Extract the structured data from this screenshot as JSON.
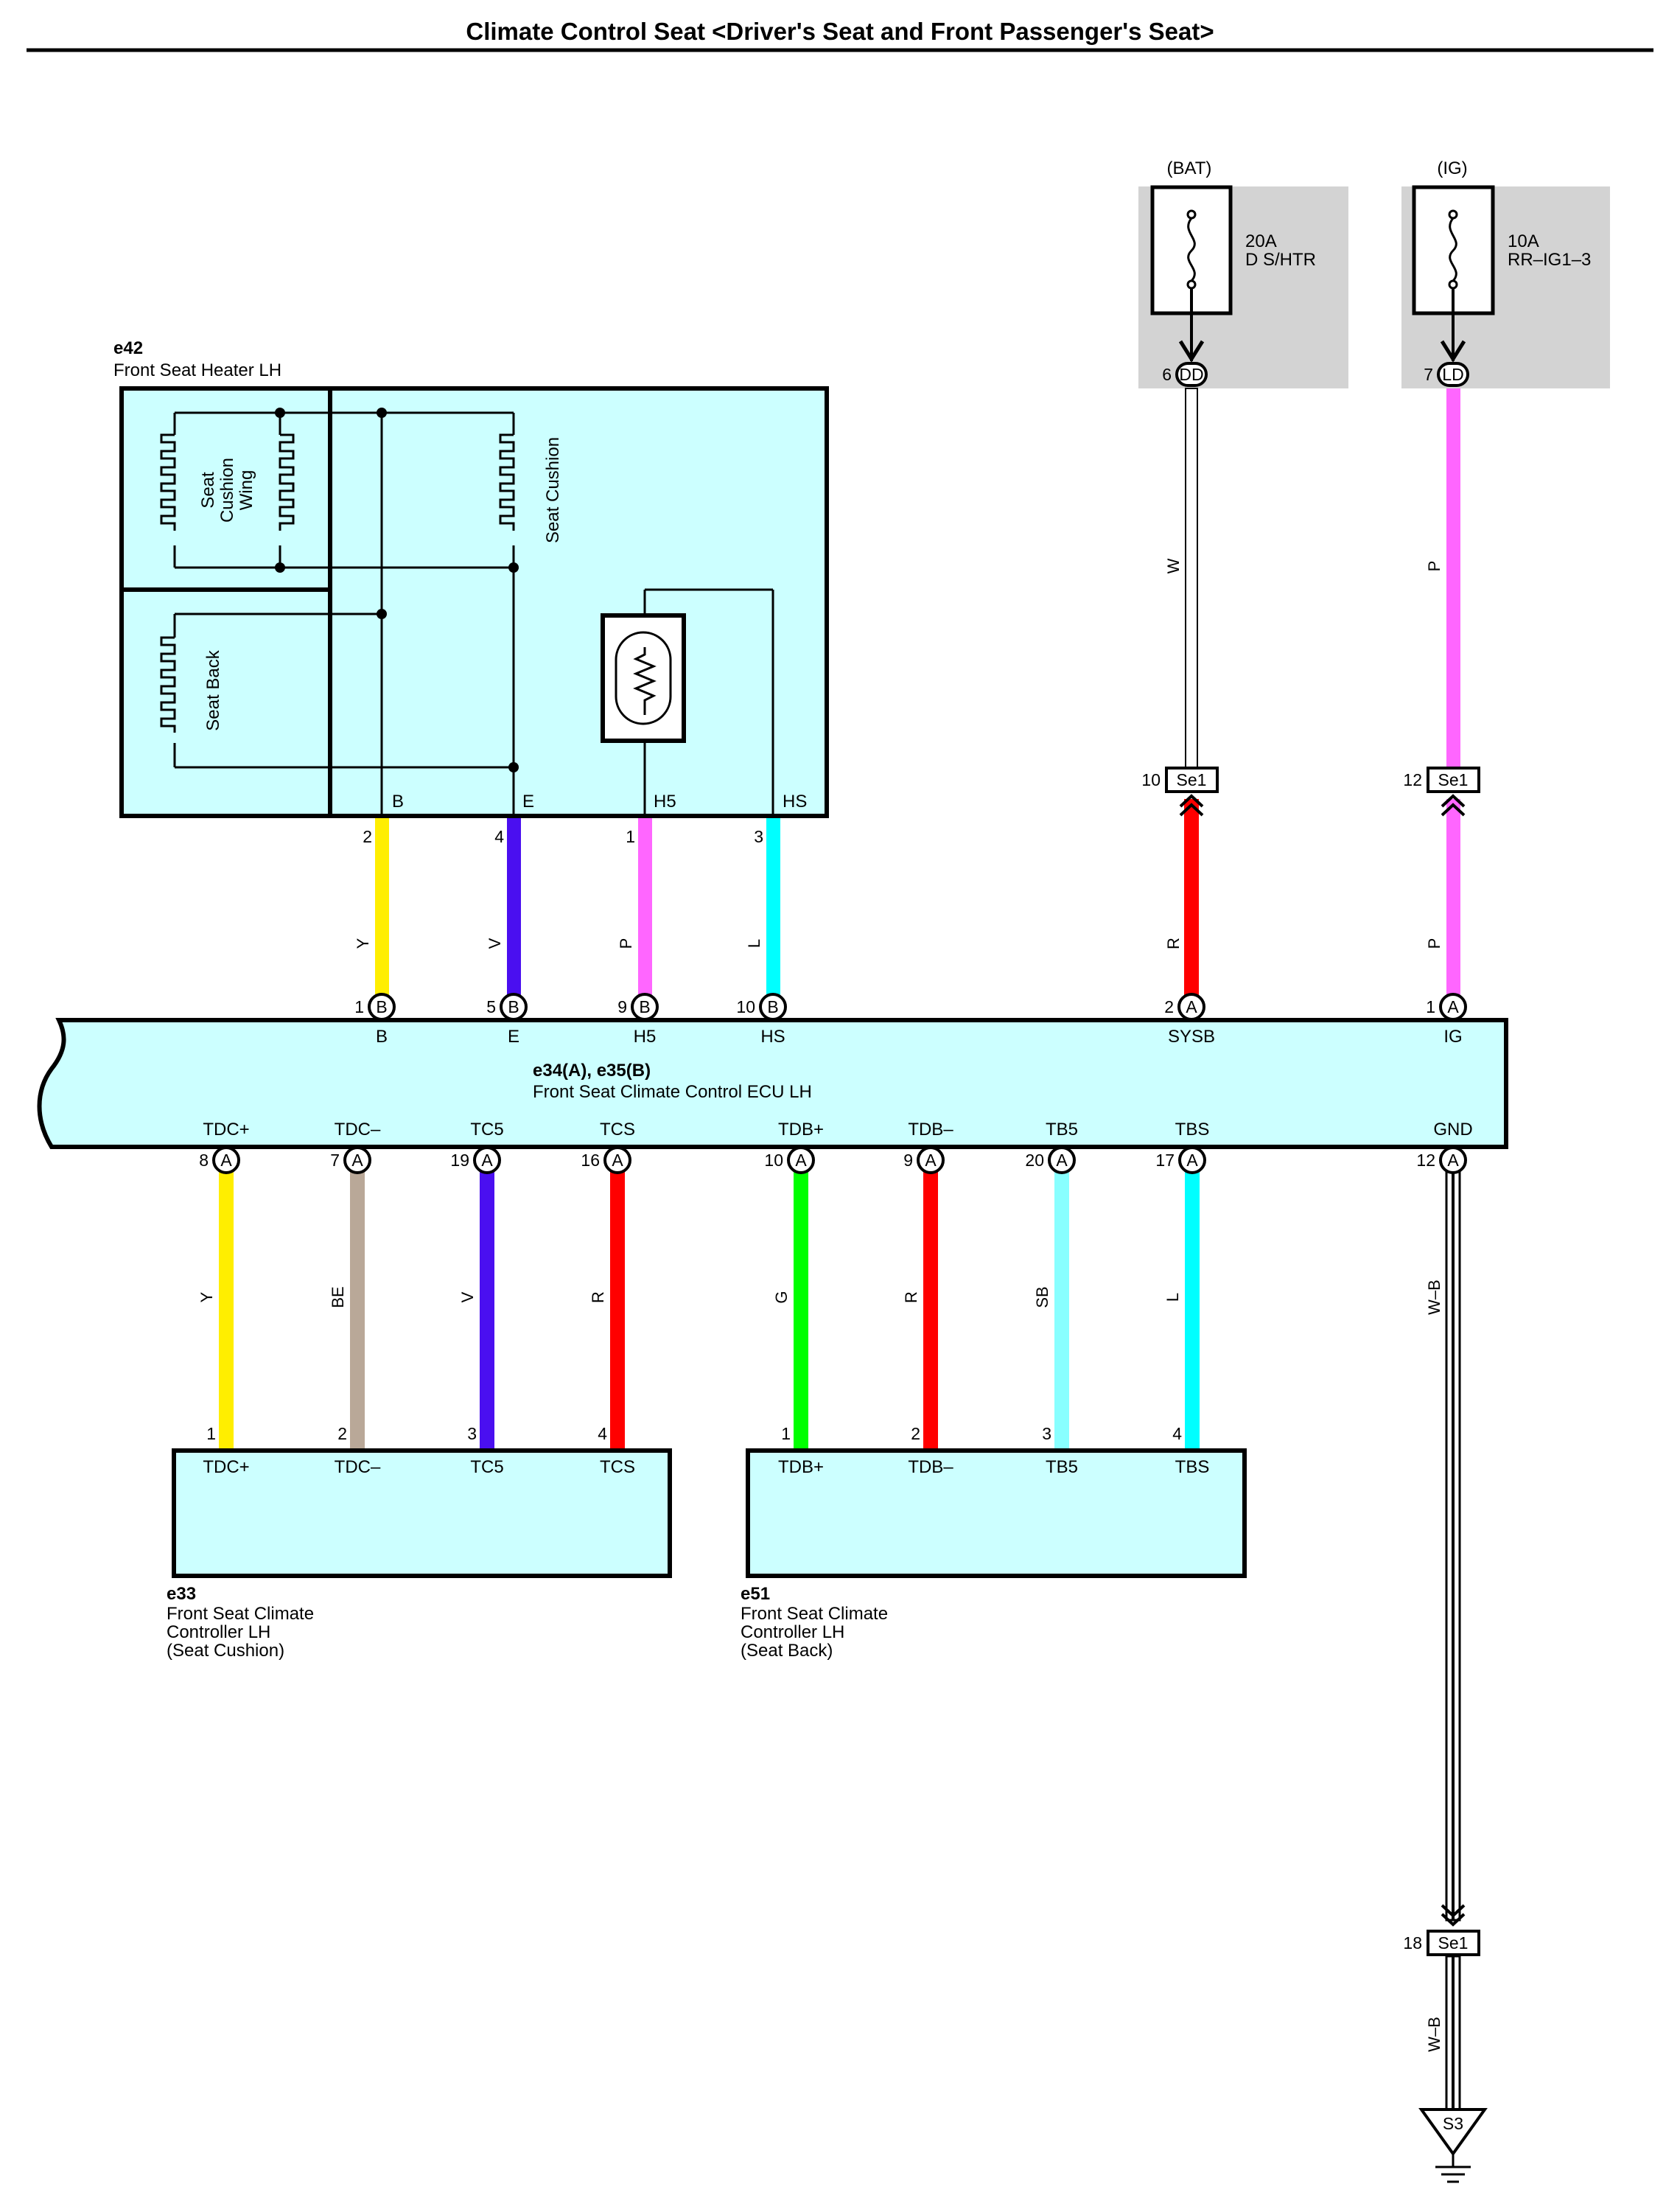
{
  "title": "Climate Control Seat <Driver's Seat and Front Passenger's Seat>",
  "colors": {
    "Y": "#ffee00",
    "V": "#4a0ff0",
    "P": "#ff66ff",
    "L": "#00ffff",
    "R": "#ff0000",
    "BE": "#b9a898",
    "G": "#00ff00",
    "SB": "#88ffff",
    "W": "#ffffff",
    "component_fill": "#ccffff",
    "fuse_background": "#d3d3d3"
  },
  "fuses": [
    {
      "supply": "(BAT)",
      "rating": "20A",
      "name": "D S/HTR",
      "pin": "6",
      "connector": "DD",
      "se1_pin": "10",
      "connector_se1": "Se1",
      "wire_upper": "W",
      "wire_lower": "R"
    },
    {
      "supply": "(IG)",
      "rating": "10A",
      "name": "RR–IG1–3",
      "pin": "7",
      "connector": "LD",
      "se1_pin": "12",
      "connector_se1": "Se1",
      "wire_upper": "P",
      "wire_lower": "P"
    }
  ],
  "heater": {
    "code": "e42",
    "name": "Front Seat Heater LH",
    "elements": {
      "wing": [
        "Seat",
        "Cushion",
        "Wing"
      ],
      "cushion": "Seat Cushion",
      "back": "Seat Back"
    },
    "terminals": [
      {
        "label": "B",
        "pin": "2",
        "wire": "Y",
        "ecu_pin": "1",
        "ecu_conn": "B",
        "ecu_label": "B"
      },
      {
        "label": "E",
        "pin": "4",
        "wire": "V",
        "ecu_pin": "5",
        "ecu_conn": "B",
        "ecu_label": "E"
      },
      {
        "label": "H5",
        "pin": "1",
        "wire": "P",
        "ecu_pin": "9",
        "ecu_conn": "B",
        "ecu_label": "H5"
      },
      {
        "label": "HS",
        "pin": "3",
        "wire": "L",
        "ecu_pin": "10",
        "ecu_conn": "B",
        "ecu_label": "HS"
      }
    ]
  },
  "ecu": {
    "code": "e34(A), e35(B)",
    "name": "Front Seat Climate Control ECU LH",
    "top_terminals": [
      {
        "label": "SYSB",
        "pin": "2",
        "conn": "A"
      },
      {
        "label": "IG",
        "pin": "1",
        "conn": "A"
      }
    ],
    "bottom_terminals": [
      {
        "label": "TDC+",
        "pin": "8",
        "conn": "A",
        "wire": "Y",
        "dest_pin": "1"
      },
      {
        "label": "TDC–",
        "pin": "7",
        "conn": "A",
        "wire": "BE",
        "dest_pin": "2"
      },
      {
        "label": "TC5",
        "pin": "19",
        "conn": "A",
        "wire": "V",
        "dest_pin": "3"
      },
      {
        "label": "TCS",
        "pin": "16",
        "conn": "A",
        "wire": "R",
        "dest_pin": "4"
      },
      {
        "label": "TDB+",
        "pin": "10",
        "conn": "A",
        "wire": "G",
        "dest_pin": "1"
      },
      {
        "label": "TDB–",
        "pin": "9",
        "conn": "A",
        "wire": "R",
        "dest_pin": "2"
      },
      {
        "label": "TB5",
        "pin": "20",
        "conn": "A",
        "wire": "SB",
        "dest_pin": "3"
      },
      {
        "label": "TBS",
        "pin": "17",
        "conn": "A",
        "wire": "L",
        "dest_pin": "4"
      },
      {
        "label": "GND",
        "pin": "12",
        "conn": "A",
        "wire": "W–B"
      }
    ]
  },
  "controllers": [
    {
      "code": "e33",
      "name": [
        "Front Seat Climate",
        "Controller LH",
        "(Seat Cushion)"
      ],
      "terminals": [
        "TDC+",
        "TDC–",
        "TC5",
        "TCS"
      ]
    },
    {
      "code": "e51",
      "name": [
        "Front Seat Climate",
        "Controller LH",
        "(Seat Back)"
      ],
      "terminals": [
        "TDB+",
        "TDB–",
        "TB5",
        "TBS"
      ]
    }
  ],
  "ground": {
    "se1_pin": "18",
    "connector": "Se1",
    "wire": "W–B",
    "point": "S3"
  }
}
